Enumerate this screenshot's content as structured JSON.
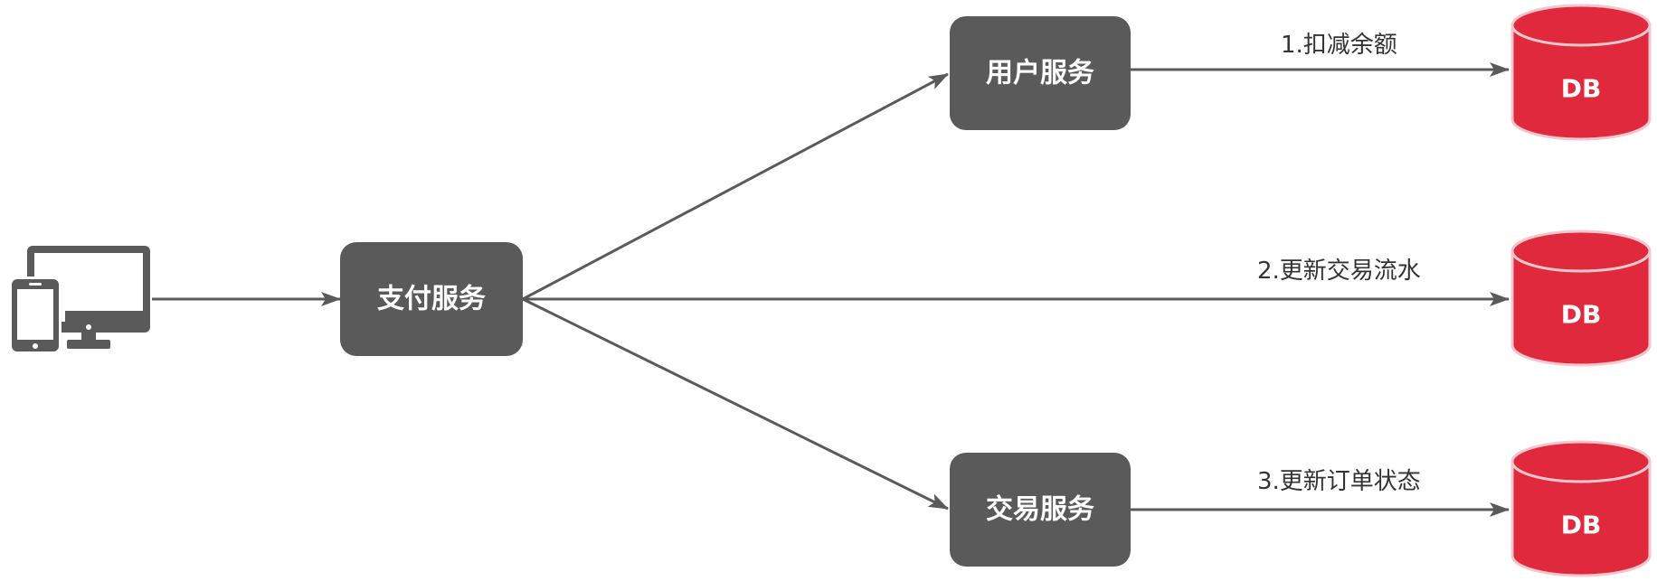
{
  "diagram": {
    "nodes": {
      "client": {
        "kind": "client-devices",
        "icon": "devices-icon"
      },
      "pay": {
        "label": "支付服务"
      },
      "user": {
        "label": "用户服务"
      },
      "trade": {
        "label": "交易服务"
      },
      "db1": {
        "label": "DB"
      },
      "db2": {
        "label": "DB"
      },
      "db3": {
        "label": "DB"
      }
    },
    "edges": [
      {
        "from": "client",
        "to": "pay",
        "label": ""
      },
      {
        "from": "pay",
        "to": "user",
        "label": ""
      },
      {
        "from": "pay",
        "to": "db2",
        "label": "2.更新交易流水"
      },
      {
        "from": "pay",
        "to": "trade",
        "label": ""
      },
      {
        "from": "user",
        "to": "db1",
        "label": "1.扣减余额"
      },
      {
        "from": "trade",
        "to": "db3",
        "label": "3.更新订单状态"
      }
    ],
    "colors": {
      "service_fill": "#595a59",
      "db_fill": "#e0293c",
      "db_rim": "#f5c6cc",
      "edge": "#595a59",
      "icon": "#595a59"
    }
  }
}
